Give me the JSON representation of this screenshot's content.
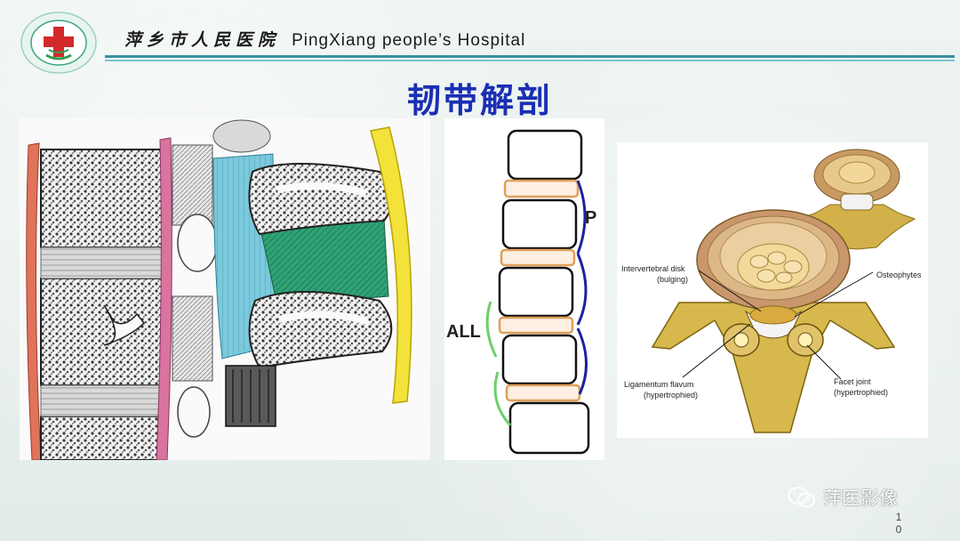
{
  "header": {
    "hospital_cn": "萍乡市人民医院",
    "hospital_en": "PingXiang people’s Hospital"
  },
  "slide": {
    "title": "韧带解剖",
    "page_number": "10"
  },
  "figure2": {
    "label_p": "P",
    "label_all": "ALL"
  },
  "figure3": {
    "annotations": {
      "disk": "Intervertebral disk",
      "disk_sub": "(bulging)",
      "osteophytes": "Osteophytes",
      "ligamentum": "Ligamentum flavum",
      "ligamentum_sub": "(hypertrophied)",
      "facet": "Facet joint",
      "facet_sub": "(hypertrophied)"
    }
  },
  "watermark": {
    "icon": "wechat-icon",
    "text": "萍医影像"
  },
  "colors": {
    "accent_rule": "#3a8fa3",
    "title_blue": "#1a2fb4",
    "ligament_cyan": "#6fc4d8",
    "ligament_green": "#2a9a6c",
    "ligament_yellow": "#f2e23a",
    "ligament_pink": "#d9749f",
    "all_green": "#6ccf6a",
    "pll_navy": "#1b239c"
  }
}
